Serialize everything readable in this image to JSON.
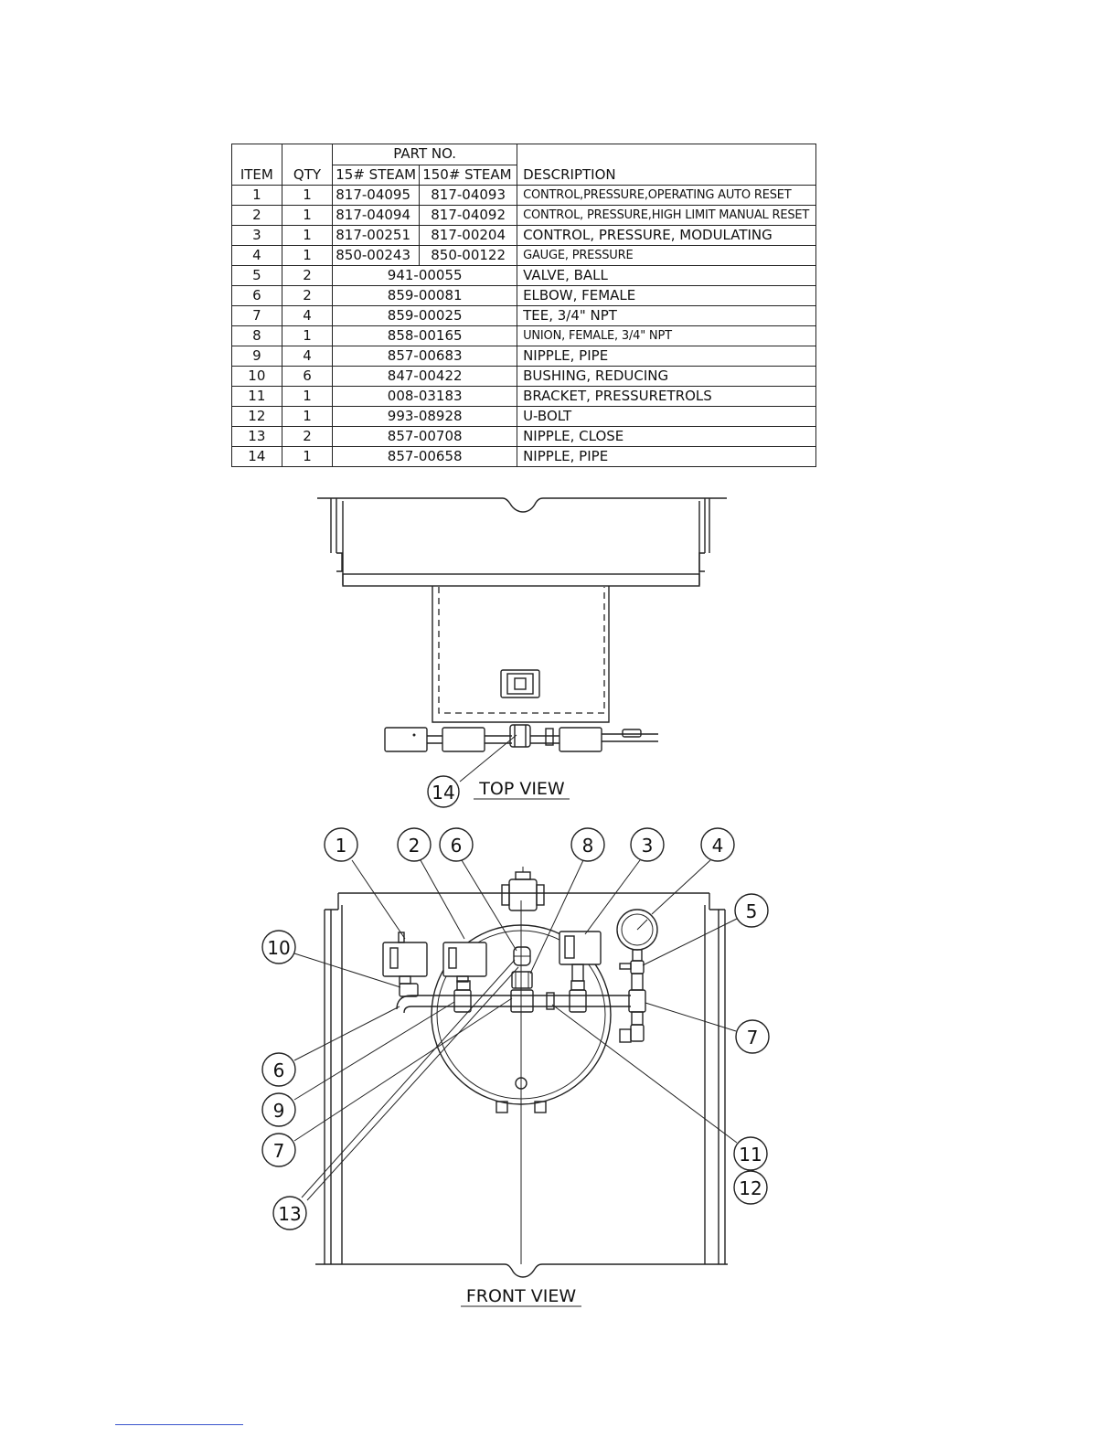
{
  "bom": {
    "headers": {
      "item": "ITEM",
      "qty": "QTY",
      "part_no": "PART NO.",
      "steam15": "15# STEAM",
      "steam150": "150# STEAM",
      "description": "DESCRIPTION"
    },
    "rows": [
      {
        "item": "1",
        "qty": "1",
        "p15": "817-04095",
        "p150": "817-04093",
        "desc": "CONTROL,PRESSURE,OPERATING AUTO RESET"
      },
      {
        "item": "2",
        "qty": "1",
        "p15": "817-04094",
        "p150": "817-04092",
        "desc": "CONTROL, PRESSURE,HIGH LIMIT MANUAL RESET"
      },
      {
        "item": "3",
        "qty": "1",
        "p15": "817-00251",
        "p150": "817-00204",
        "desc": "CONTROL, PRESSURE, MODULATING"
      },
      {
        "item": "4",
        "qty": "1",
        "p15": "850-00243",
        "p150": "850-00122",
        "desc": "GAUGE, PRESSURE"
      },
      {
        "item": "5",
        "qty": "2",
        "part": "941-00055",
        "desc": "VALVE, BALL"
      },
      {
        "item": "6",
        "qty": "2",
        "part": "859-00081",
        "desc": "ELBOW, FEMALE"
      },
      {
        "item": "7",
        "qty": "4",
        "part": "859-00025",
        "desc": "TEE, 3/4\" NPT"
      },
      {
        "item": "8",
        "qty": "1",
        "part": "858-00165",
        "desc": "UNION, FEMALE, 3/4\" NPT"
      },
      {
        "item": "9",
        "qty": "4",
        "part": "857-00683",
        "desc": "NIPPLE, PIPE"
      },
      {
        "item": "10",
        "qty": "6",
        "part": "847-00422",
        "desc": "BUSHING, REDUCING"
      },
      {
        "item": "11",
        "qty": "1",
        "part": "008-03183",
        "desc": "BRACKET, PRESSURETROLS"
      },
      {
        "item": "12",
        "qty": "1",
        "part": "993-08928",
        "desc": "U-BOLT"
      },
      {
        "item": "13",
        "qty": "2",
        "part": "857-00708",
        "desc": "NIPPLE, CLOSE"
      },
      {
        "item": "14",
        "qty": "1",
        "part": "857-00658",
        "desc": "NIPPLE, PIPE"
      }
    ]
  },
  "views": {
    "top_view": {
      "title": "TOP VIEW",
      "balloons": [
        "14"
      ]
    },
    "front_view": {
      "title": "FRONT VIEW",
      "balloons": [
        "1",
        "2",
        "6",
        "8",
        "3",
        "4",
        "5",
        "10",
        "7",
        "6",
        "9",
        "7",
        "11",
        "12",
        "13"
      ]
    }
  }
}
